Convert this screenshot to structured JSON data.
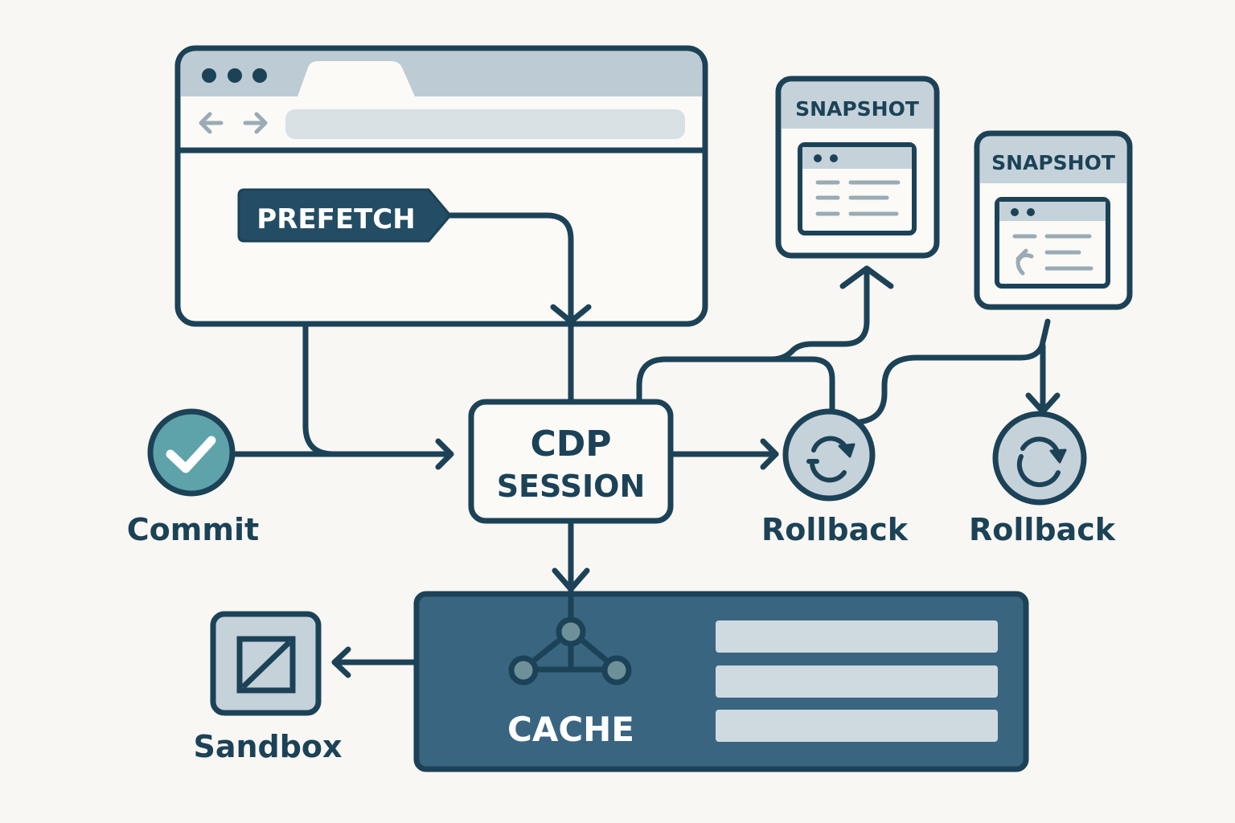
{
  "diagram": {
    "browser": {
      "tab_dots": 3,
      "prefetch_tag": "PREFETCH"
    },
    "snapshots": [
      {
        "title": "SNAPSHOT",
        "variant": "lines"
      },
      {
        "title": "SNAPSHOT",
        "variant": "back-arrow"
      }
    ],
    "nodes": {
      "commit": {
        "label": "Commit",
        "icon": "checkmark-icon"
      },
      "cdp_session": {
        "line1": "CDP",
        "line2": "SESSION"
      },
      "rollback_1": {
        "label": "Rollback",
        "icon": "refresh-icon"
      },
      "rollback_2": {
        "label": "Rollback",
        "icon": "refresh-icon"
      },
      "cache": {
        "label": "CACHE",
        "icon": "network-graph-icon",
        "rows": 3
      },
      "sandbox": {
        "label": "Sandbox",
        "icon": "sandbox-box-icon"
      }
    },
    "colors": {
      "ink": "#1c4257",
      "panel_fill": "#3a6580",
      "light_slate": "#c5d2da",
      "url_bar": "#d8e0e4",
      "commit_teal": "#5ea3aa",
      "background": "#f9f7f3"
    }
  }
}
